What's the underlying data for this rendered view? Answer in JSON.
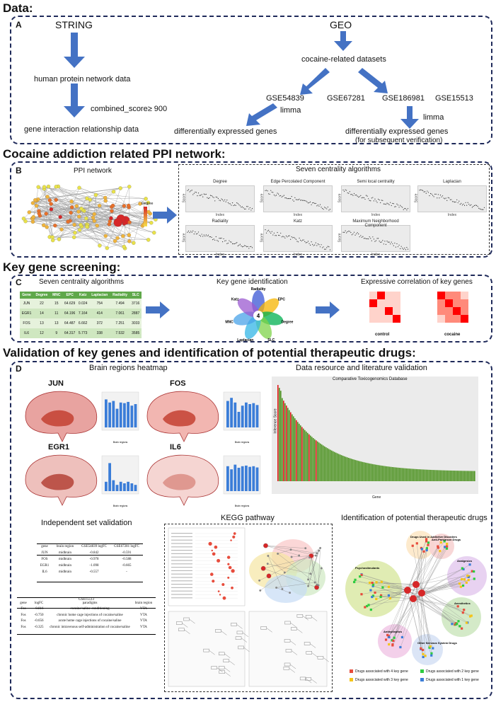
{
  "sections": {
    "data": "Data:",
    "ppi": "Cocaine addiction related PPI network:",
    "screening": "Key gene screening:",
    "validation": "Validation of key genes and identification of potential therapeutic drugs:"
  },
  "panelA": {
    "letter": "A",
    "string": "STRING",
    "geo": "GEO",
    "human": "human protein network data",
    "combined": "combined_score≥ 900",
    "gene_interaction": "gene interaction relationship data",
    "cocaine_datasets": "cocaine-related datasets",
    "gse54839": "GSE54839",
    "gse67281": "GSE67281",
    "gse186981": "GSE186981",
    "gse15513": "GSE15513",
    "limma1": "limma",
    "limma2": "limma",
    "deg1": "differentially expressed genes",
    "deg2": "differentially expressed genes",
    "verify": "(for subsequent verification)"
  },
  "panelB": {
    "letter": "B",
    "ppi_title": "PPI network",
    "seven_title": "Seven centrality algorithms",
    "legend_title": "Degree",
    "plots": [
      {
        "title": "Degree"
      },
      {
        "title": "Edge Percolated Component"
      },
      {
        "title": "Semi local centrality"
      },
      {
        "title": "Laplacian"
      },
      {
        "title": "Radiality"
      },
      {
        "title": "Katz"
      },
      {
        "title": "Maximum Neighborhood Component"
      }
    ],
    "axis_x": "Index",
    "axis_y": "Score"
  },
  "panelC": {
    "letter": "C",
    "seven_title": "Seven centrality algorithms",
    "key_title": "Key gene identification",
    "corr_title": "Expressive correlation of key genes",
    "table_headers": [
      "Gene",
      "Degree",
      "MNC",
      "EPC",
      "Katz",
      "Laplacian",
      "Radiality",
      "SLC"
    ],
    "table_rows": [
      [
        "JUN",
        "22",
        "15",
        "64.629",
        "0.024",
        "754",
        "7.494",
        "3716"
      ],
      [
        "EGR1",
        "14",
        "11",
        "64.196",
        "7.164",
        "414",
        "7.061",
        "2887"
      ],
      [
        "FOS",
        "13",
        "13",
        "64.487",
        "6.662",
        "372",
        "7.251",
        "3033"
      ],
      [
        "IL6",
        "12",
        "9",
        "64.317",
        "5.773",
        "338",
        "7.532",
        "3585"
      ]
    ],
    "petals": [
      "Radiality",
      "EPC",
      "Degree",
      "SLC",
      "Laplacian",
      "MNC",
      "Katz"
    ],
    "center_num": "4",
    "heat_labels": [
      "control",
      "cocaine"
    ]
  },
  "panelD": {
    "letter": "D",
    "brain_title": "Brain regions heatmap",
    "data_title": "Data resource and literature validation",
    "ctd_title": "Comparative Toxicogenomics Database",
    "ctd_ylabel": "Inference Score",
    "ctd_xlabel": "Gene",
    "genes": [
      "JUN",
      "FOS",
      "EGR1",
      "IL6"
    ],
    "indep_title": "Independent set validation",
    "kegg_title": "KEGG pathway",
    "drugs_title": "Identification of potential therapeutic drugs",
    "table1_headers": [
      "gene",
      "brain region",
      "GSE54839 logFC",
      "GSE67281 logFC"
    ],
    "table1_rows": [
      [
        "JUN",
        "midbrain",
        "-0.842",
        "-0.591"
      ],
      [
        "FOS",
        "midbrain",
        "-0.978",
        "-0.588"
      ],
      [
        "EGR1",
        "midbrain",
        "-1.098",
        "-0.665"
      ],
      [
        "IL6",
        "midbrain",
        "-0.557",
        "-"
      ]
    ],
    "table2_title": "GSE15513",
    "table2_headers": [
      "gene",
      "logFC",
      "paradigms",
      "brain region"
    ],
    "table2_rows": [
      [
        "Fos",
        "-0.816",
        "cocaine/saline-conditioning",
        "VTA"
      ],
      [
        "Fos",
        "-0.750",
        "chronic home cage injections of cocaine/saline",
        "VTA"
      ],
      [
        "Fos",
        "-0.656",
        "acute home cage injections of cocaine/saline",
        "VTA"
      ],
      [
        "Fos",
        "-0.325",
        "chronic intravenous self-administration of cocaine/saline",
        "VTA"
      ]
    ],
    "drug_groups": [
      "Psychostimulants",
      "Drugs Used in Addictive Disorders",
      "Anti-Parkinson Drugs",
      "Analgesics",
      "Anesthetics",
      "Other Nervous System Drugs",
      "Antiepileptics"
    ],
    "drug_legend": [
      "Drugs associated with 4 key gene",
      "Drugs associated with 3 key gene",
      "Drugs associated with 2 key gene",
      "Drugs associated with 1 key gene"
    ],
    "brain_legend_note": "Brain regions"
  },
  "colors": {
    "arrow": "#4472c4",
    "border": "#1f2a5a",
    "bar_red": "#e31a1c",
    "bar_green": "#4d9221",
    "bar_blue": "#3b7dd8"
  }
}
